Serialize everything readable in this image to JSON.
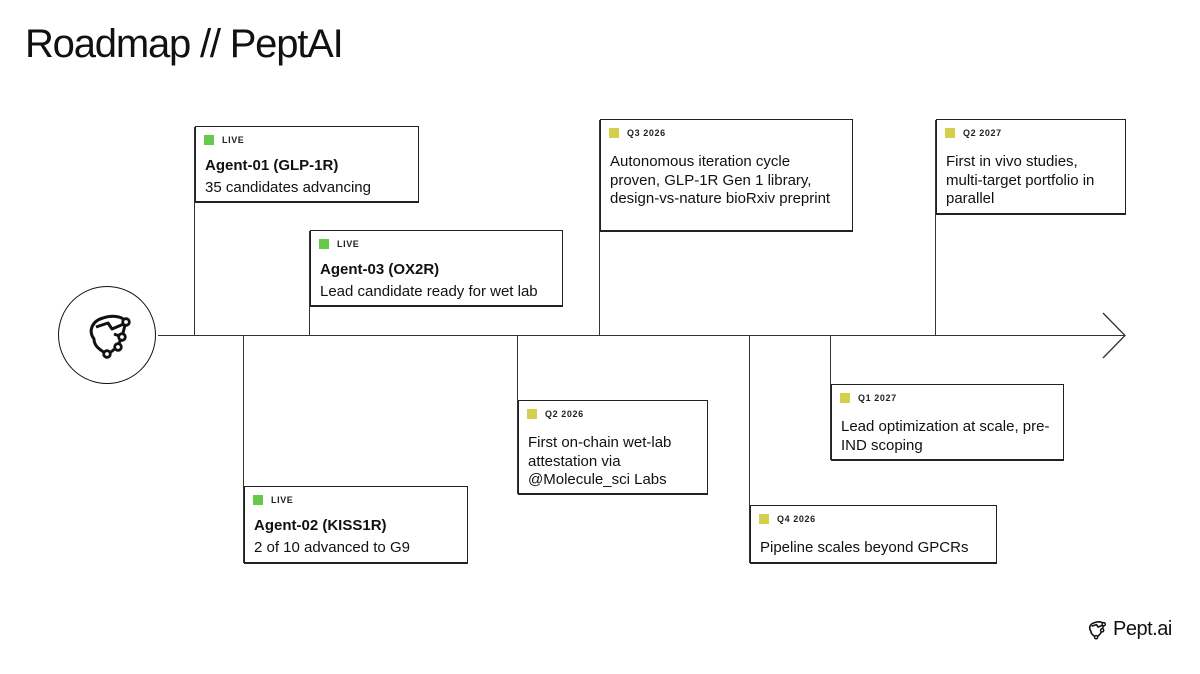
{
  "header": {
    "title": "Roadmap // PeptAI"
  },
  "milestones": [
    {
      "badge": "LIVE",
      "status_color": "#66c94a",
      "title": "Agent-01 (GLP-1R)",
      "description": "35 candidates advancing"
    },
    {
      "badge": "LIVE",
      "status_color": "#66c94a",
      "title": "Agent-02 (KISS1R)",
      "description": "2 of 10 advanced to G9"
    },
    {
      "badge": "LIVE",
      "status_color": "#66c94a",
      "title": "Agent-03 (OX2R)",
      "description": "Lead candidate ready for wet lab"
    },
    {
      "badge": "Q2 2026",
      "status_color": "#d4d04c",
      "title": "",
      "description": "First on-chain wet-lab attestation via @Molecule_sci Labs"
    },
    {
      "badge": "Q3 2026",
      "status_color": "#d4d04c",
      "title": "",
      "description": "Autonomous iteration cycle proven, GLP-1R Gen 1 library, design-vs-nature bioRxiv preprint"
    },
    {
      "badge": "Q4 2026",
      "status_color": "#d4d04c",
      "title": "",
      "description": "Pipeline scales beyond GPCRs"
    },
    {
      "badge": "Q1 2027",
      "status_color": "#d4d04c",
      "title": "",
      "description": "Lead optimization at scale, pre-IND scoping"
    },
    {
      "badge": "Q2 2027",
      "status_color": "#d4d04c",
      "title": "",
      "description": "First in vivo studies, multi-target portfolio in parallel"
    }
  ],
  "footer": {
    "brand": "Pept",
    "brand_suffix": ".ai"
  },
  "icons": {
    "main_logo": "molecule-logo-icon",
    "footer_logo": "pept-logo-icon"
  }
}
